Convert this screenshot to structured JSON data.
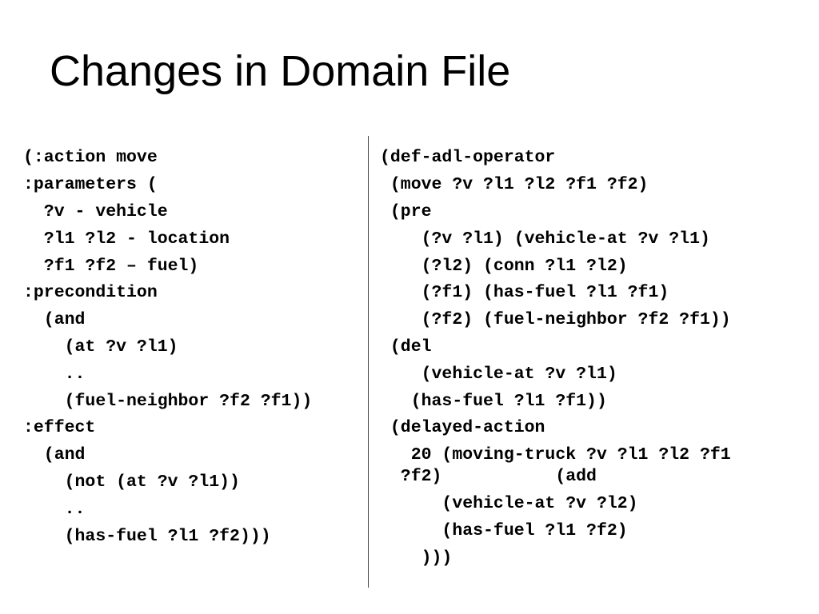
{
  "slide": {
    "title": "Changes in Domain File"
  },
  "left_code": [
    "(:action move",
    ":parameters (",
    "  ?v - vehicle",
    "  ?l1 ?l2 - location",
    "  ?f1 ?f2 – fuel)",
    ":precondition",
    "  (and",
    "    (at ?v ?l1)",
    "    ..",
    "    (fuel-neighbor ?f2 ?f1))",
    ":effect",
    "  (and",
    "    (not (at ?v ?l1))",
    "    ..",
    "    (has-fuel ?l1 ?f2)))"
  ],
  "right_code": [
    "(def-adl-operator",
    " (move ?v ?l1 ?l2 ?f1 ?f2)",
    " (pre",
    "    (?v ?l1) (vehicle-at ?v ?l1)",
    "    (?l2) (conn ?l1 ?l2)",
    "    (?f1) (has-fuel ?l1 ?f1)",
    "    (?f2) (fuel-neighbor ?f2 ?f1))",
    " (del",
    "    (vehicle-at ?v ?l1)",
    "   (has-fuel ?l1 ?f1))",
    " (delayed-action",
    "   20 (moving-truck ?v ?l1 ?l2 ?f1",
    "  ?f2)           (add",
    "      (vehicle-at ?v ?l2)",
    "      (has-fuel ?l1 ?f2)",
    "    )))"
  ]
}
